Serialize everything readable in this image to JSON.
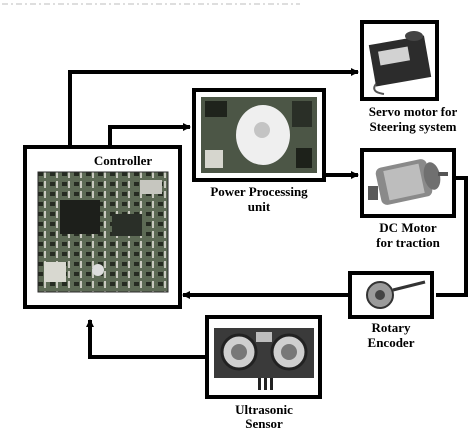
{
  "blocks": {
    "controller": {
      "label": "Controller"
    },
    "power_processing": {
      "line1": "Power Processing",
      "line2": "unit"
    },
    "servo": {
      "line1": "Servo motor for",
      "line2": "Steering system"
    },
    "dc_motor": {
      "line1": "DC Motor",
      "line2": "for traction"
    },
    "encoder": {
      "line1": "Rotary",
      "line2": "Encoder"
    },
    "ultrasonic": {
      "line1": "Ultrasonic",
      "line2": "Sensor"
    }
  },
  "colors": {
    "line": "#000000",
    "board_green": "#6f7a63",
    "pcb_dark": "#3b4436",
    "photo_grey": "#9a9a9a"
  }
}
